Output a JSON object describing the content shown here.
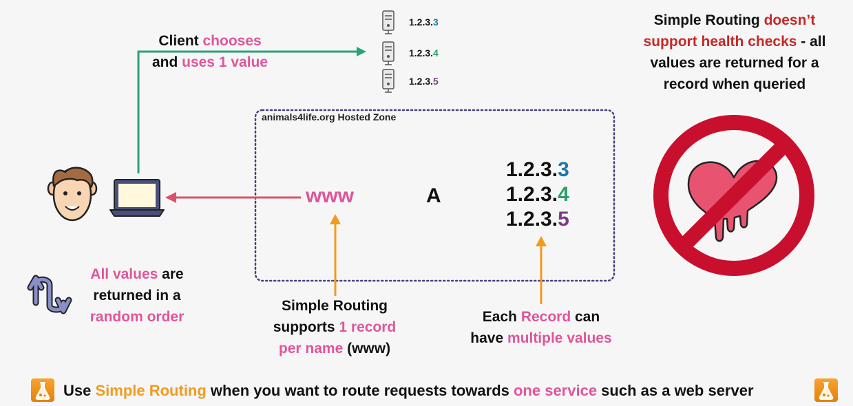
{
  "client_text": {
    "line1_plain": "Client ",
    "line1_accent": "chooses",
    "line2_plain": "and ",
    "line2_accent": "uses 1 value"
  },
  "servers": [
    {
      "prefix": "1.2.3.",
      "suffix": "3",
      "color": "#1f78a4"
    },
    {
      "prefix": "1.2.3.",
      "suffix": "4",
      "color": "#2e9e6a"
    },
    {
      "prefix": "1.2.3.",
      "suffix": "5",
      "color": "#7b3c83"
    }
  ],
  "health_check_text": {
    "l1_plain": "Simple Routing ",
    "l1_accent": "doesn’t",
    "l2_accent": "support health checks",
    "l2_plain": " - all",
    "l3": "values are returned for a",
    "l4": "record when queried"
  },
  "hosted_zone": {
    "title": "animals4life.org Hosted Zone",
    "record_name": "www",
    "record_type": "A",
    "values": [
      {
        "prefix": "1.2.3.",
        "suffix": "3"
      },
      {
        "prefix": "1.2.3.",
        "suffix": "4"
      },
      {
        "prefix": "1.2.3.",
        "suffix": "5"
      }
    ]
  },
  "random_text": {
    "l1_accent": "All values",
    "l1_plain": " are",
    "l2": "returned in a",
    "l3_accent": "random order"
  },
  "simple_routing_text": {
    "l1": "Simple Routing",
    "l2_plain": "supports ",
    "l2_accent": "1 record",
    "l3_accent": "per name",
    "l3_plain": " (www)"
  },
  "each_record_text": {
    "l1_plain_a": "Each ",
    "l1_accent": "Record",
    "l1_plain_b": " can",
    "l2_plain": "have ",
    "l2_accent": "multiple values"
  },
  "bottom_bar": {
    "p1": "Use ",
    "a1": "Simple Routing",
    "p2": " when you want to route requests towards ",
    "a2": "one service",
    "p3": " such as a web server"
  },
  "colors": {
    "green_arrow": "#2aa37a",
    "red_arrow": "#d9536b",
    "orange_arrow": "#f39a1e",
    "pink": "#e0559a",
    "no_sign": "#c8102e",
    "zone_border": "#4a3f7a"
  }
}
